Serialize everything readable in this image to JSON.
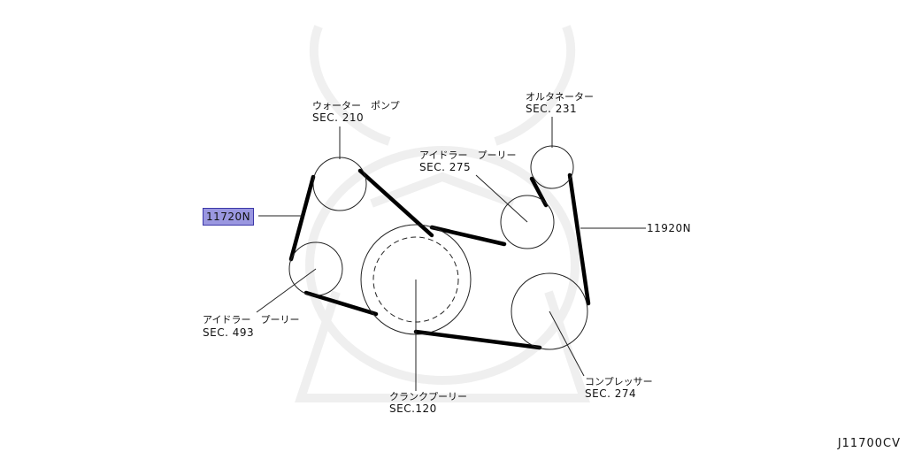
{
  "diagram_code": "J11700CV",
  "parts": [
    {
      "id": "water_pump",
      "name": "ウォーター　ポンプ",
      "ref": "SEC. 210"
    },
    {
      "id": "alternator",
      "name": "オルタネーター",
      "ref": "SEC. 231"
    },
    {
      "id": "idler_upper",
      "name": "アイドラー　プーリー",
      "ref": "SEC. 275"
    },
    {
      "id": "idler_lower",
      "name": "アイドラー　プーリー",
      "ref": "SEC. 493"
    },
    {
      "id": "crank",
      "name": "クランクプーリー",
      "ref": "SEC.120"
    },
    {
      "id": "compressor",
      "name": "コンプレッサー",
      "ref": "SEC. 274"
    }
  ],
  "part_numbers": [
    {
      "id": "belt_left",
      "label": "11720N",
      "highlighted": true,
      "highlight_color": "#9a97e0"
    },
    {
      "id": "belt_right",
      "label": "11920N",
      "highlighted": false
    }
  ]
}
